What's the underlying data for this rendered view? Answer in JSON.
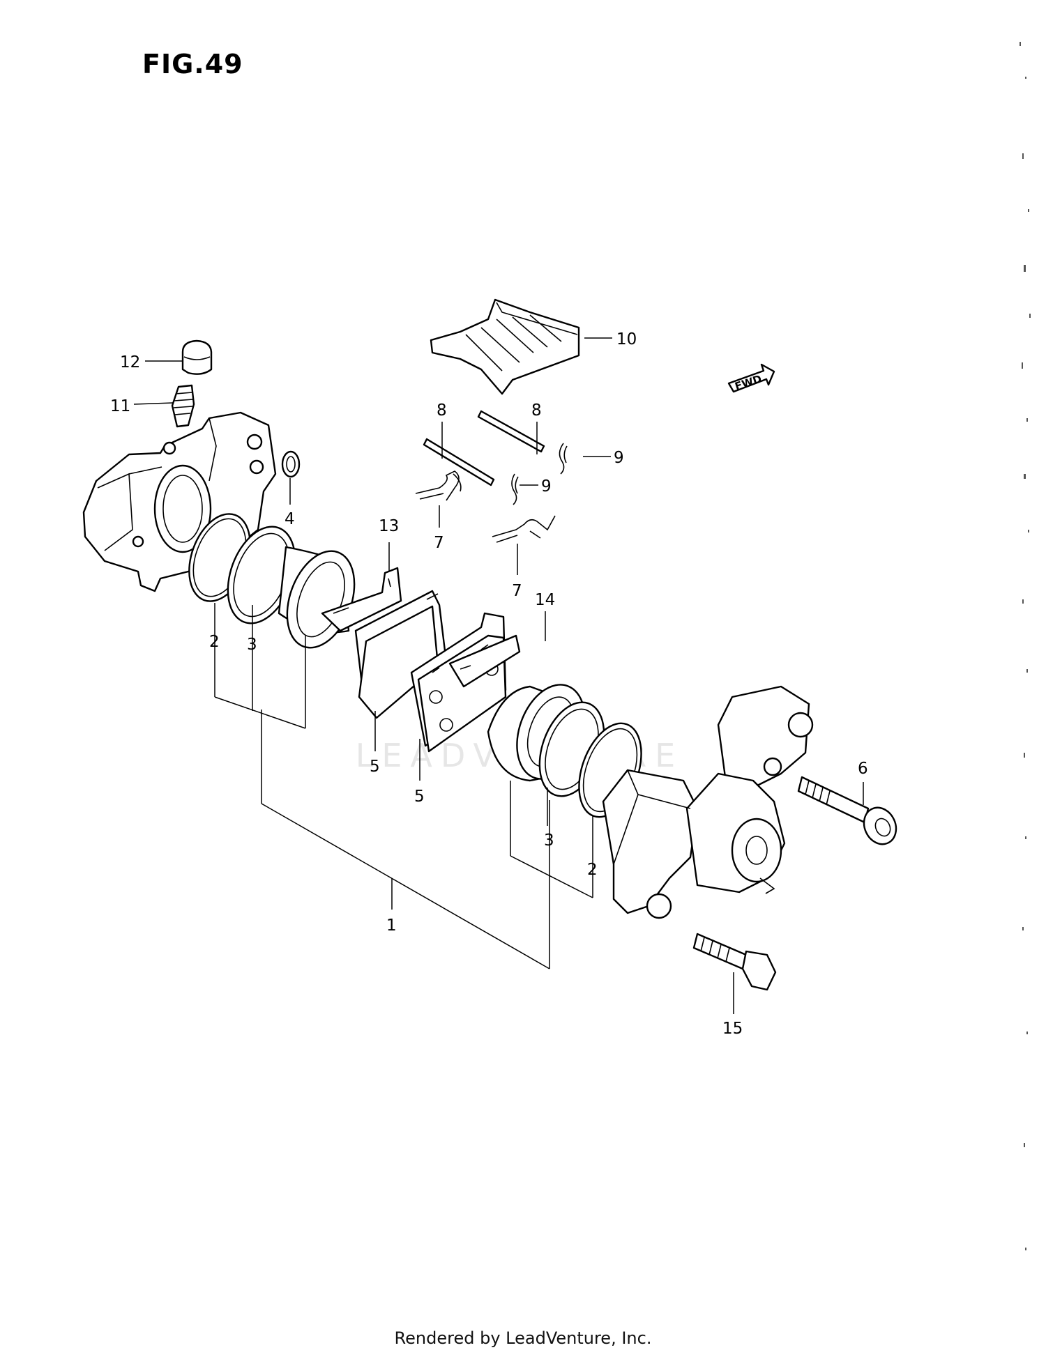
{
  "figure": {
    "title": "FIG.49",
    "footer": "Rendered by LeadVenture, Inc.",
    "watermark": "LEADVENTURE",
    "fwd_label": "FWD"
  },
  "callouts": {
    "c1": "1",
    "c2a": "2",
    "c2b": "2",
    "c3a": "3",
    "c3b": "3",
    "c4": "4",
    "c5a": "5",
    "c5b": "5",
    "c6": "6",
    "c7a": "7",
    "c7b": "7",
    "c8a": "8",
    "c8b": "8",
    "c9a": "9",
    "c9b": "9",
    "c10": "10",
    "c11": "11",
    "c12": "12",
    "c13": "13",
    "c14": "14",
    "c15": "15"
  }
}
